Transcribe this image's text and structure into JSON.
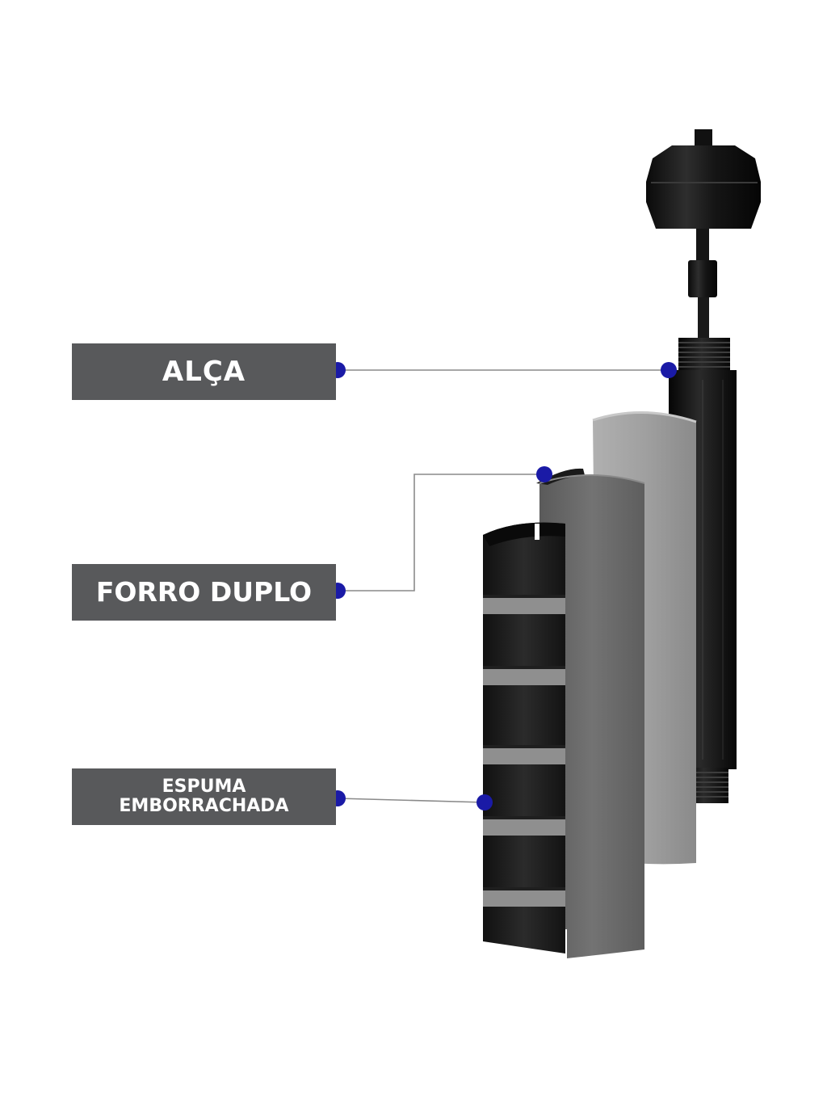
{
  "labels": {
    "handle": "ALÇA",
    "double_lining": "FORRO DUPLO",
    "foam_line1": "ESPUMA",
    "foam_line2": "EMBORRACHADA"
  },
  "colors": {
    "label_bg": "#58595b",
    "label_text": "#ffffff",
    "dot": "#1a1aa6",
    "leader_line": "#8a8a8a",
    "outer_shell": "#9a9a9a",
    "inner_lining": "#6c6c6c",
    "foam": "#1e1e1e",
    "handle_core": "#101010"
  },
  "icons": {
    "callout_marker": "dot"
  }
}
